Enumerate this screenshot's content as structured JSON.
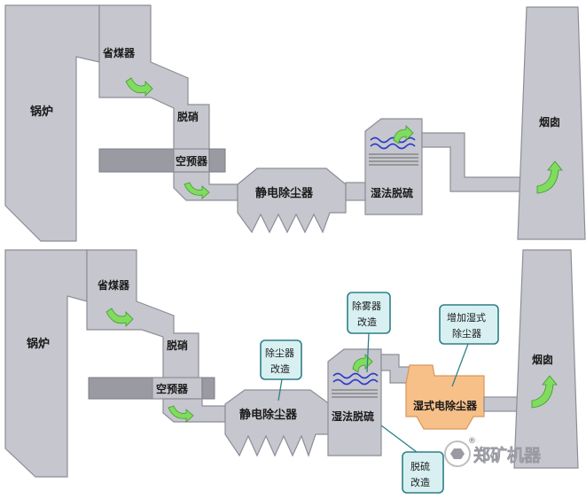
{
  "top": {
    "boiler": "锅炉",
    "economizer": "省煤器",
    "denitration": "脱硝",
    "air_preheater": "空预器",
    "esp": "静电除尘器",
    "wet_fgd": "湿法脱硫",
    "chimney": "烟囱"
  },
  "bottom": {
    "boiler": "锅炉",
    "economizer": "省煤器",
    "denitration": "脱硝",
    "air_preheater": "空预器",
    "esp": "静电除尘器",
    "wet_fgd": "湿法脱硫",
    "wet_esp": "湿式电除尘器",
    "chimney": "烟囱",
    "callouts": {
      "esp_retrofit_1": "除尘器",
      "esp_retrofit_2": "改造",
      "demister_retrofit_1": "除雾器",
      "demister_retrofit_2": "改造",
      "add_wet_esp_1": "增加湿式",
      "add_wet_esp_2": "除尘器",
      "fgd_retrofit_1": "脱硫",
      "fgd_retrofit_2": "改造"
    }
  },
  "logo": {
    "brand": "郑矿机器",
    "mark": "®"
  },
  "colors": {
    "equipment_gray": "#c6c6ce",
    "callout_fill": "#d8f0f2",
    "callout_border": "#2f7f86",
    "wet_esp_orange": "#f7c089",
    "flow_arrow_green": "#7fdc5e",
    "spray_wave_blue": "#2a3cc8"
  }
}
